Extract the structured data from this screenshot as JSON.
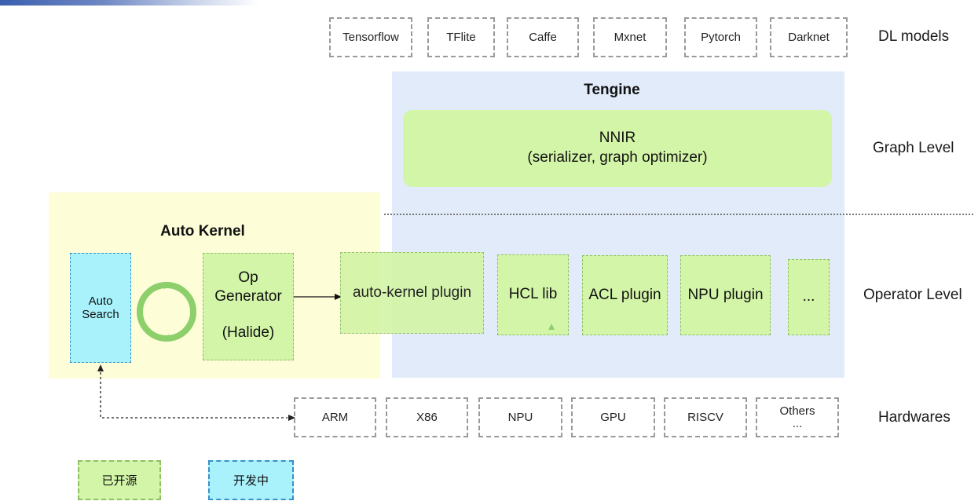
{
  "dl_models": {
    "items": [
      "Tensorflow",
      "TFlite",
      "Caffe",
      "Mxnet",
      "Pytorch",
      "Darknet"
    ],
    "label": "DL models"
  },
  "tengine": {
    "title": "Tengine",
    "nnir_line1": "NNIR",
    "nnir_line2": "(serializer, graph optimizer)"
  },
  "levels": {
    "graph": "Graph Level",
    "operator": "Operator Level",
    "hardwares": "Hardwares"
  },
  "auto_kernel": {
    "title": "Auto Kernel",
    "auto_search_line1": "Auto",
    "auto_search_line2": "Search",
    "op_gen_line1": "Op",
    "op_gen_line2": "Generator",
    "op_gen_line3": "(Halide)"
  },
  "plugins": {
    "auto_kernel_plugin": "auto-kernel plugin",
    "hcl_lib": "HCL lib",
    "acl_plugin": "ACL plugin",
    "npu_plugin": "NPU plugin",
    "more": "..."
  },
  "hardwares": {
    "items": [
      "ARM",
      "X86",
      "NPU",
      "GPU",
      "RISCV"
    ],
    "others_line1": "Others",
    "others_line2": "..."
  },
  "legend": {
    "open_source": "已开源",
    "in_development": "开发中"
  },
  "colors": {
    "green": "#d3f5a8",
    "cyan": "#a9f2fb",
    "yellow": "#fdfdd8",
    "blue": "#e1ebfa",
    "arrow_ring": "#8ccf6b"
  }
}
